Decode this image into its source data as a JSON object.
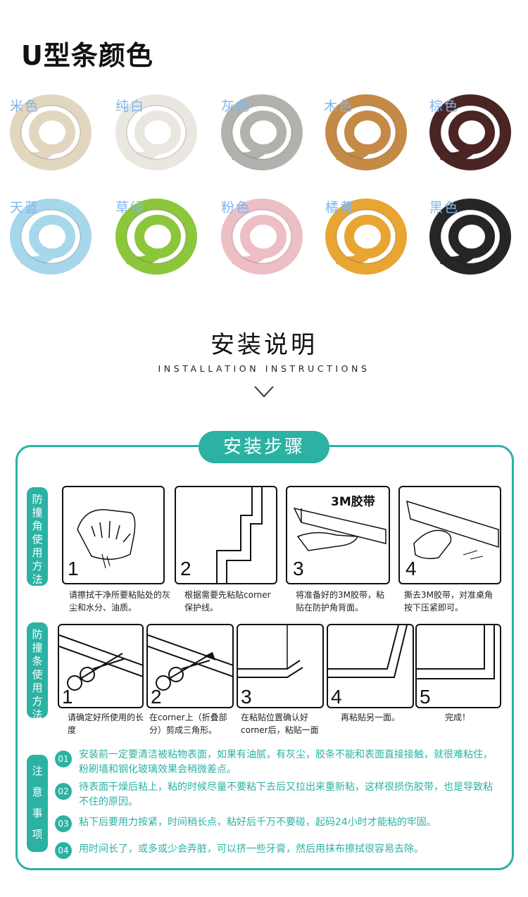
{
  "title": "U型条颜色",
  "colors": [
    {
      "label": "米色",
      "hex": "#e3d6bf"
    },
    {
      "label": "纯白",
      "hex": "#e9e7e0"
    },
    {
      "label": "灰色",
      "hex": "#b1b1ad"
    },
    {
      "label": "木色",
      "hex": "#c58a46"
    },
    {
      "label": "棕色",
      "hex": "#4a2523"
    },
    {
      "label": "天蓝",
      "hex": "#a7d7ea"
    },
    {
      "label": "草绿",
      "hex": "#8cc63a"
    },
    {
      "label": "粉色",
      "hex": "#edbec4"
    },
    {
      "label": "橘黄",
      "hex": "#e8a532"
    },
    {
      "label": "黑色",
      "hex": "#262626"
    }
  ],
  "instructions": {
    "title": "安装说明",
    "subtitle": "INSTALLATION INSTRUCTIONS",
    "panel_title": "安装步骤",
    "corner_section": "防撞角使用方法",
    "corner_steps": [
      {
        "num": "1",
        "caption": "请擦拭干净所要粘贴处的灰尘和水分、油质。"
      },
      {
        "num": "2",
        "caption": "根据需要先粘贴corner保护线。"
      },
      {
        "num": "3",
        "caption": "将准备好的3M胶带，粘贴在防护角背面。"
      },
      {
        "num": "4",
        "caption": "撕去3M胶带，对准桌角按下压紧即可。"
      }
    ],
    "tape_label": "3M胶带",
    "strip_section": "防撞条使用方法",
    "strip_steps": [
      {
        "num": "1",
        "caption": "请确定好所使用的长度"
      },
      {
        "num": "2",
        "caption": "在corner上（折叠部分）剪成三角形。"
      },
      {
        "num": "3",
        "caption": "在粘贴位置确认好corner后，粘贴一面"
      },
      {
        "num": "4",
        "caption": "再粘贴另一面。"
      },
      {
        "num": "5",
        "caption": "完成！"
      }
    ],
    "notes_label": "注意事项",
    "notes": [
      {
        "num": "01",
        "text": "安装前一定要清洁被粘物表面，如果有油腻，有灰尘，胶条不能和表面直接接触，就很难粘住，粉刷墙和钢化玻璃效果会稍微差点。"
      },
      {
        "num": "02",
        "text": "待表面干燥后粘上，粘的时候尽量不要粘下去后又拉出来重新粘，这样很损伤胶带，也是导致粘不住的原因。"
      },
      {
        "num": "03",
        "text": "粘下后要用力按紧，时间稍长点，粘好后千万不要碰，起码24小时才能粘的牢固。"
      },
      {
        "num": "04",
        "text": "用时间长了，或多或少会弄脏，可以挤一些牙膏，然后用抹布擦拭很容易去除。"
      }
    ]
  }
}
